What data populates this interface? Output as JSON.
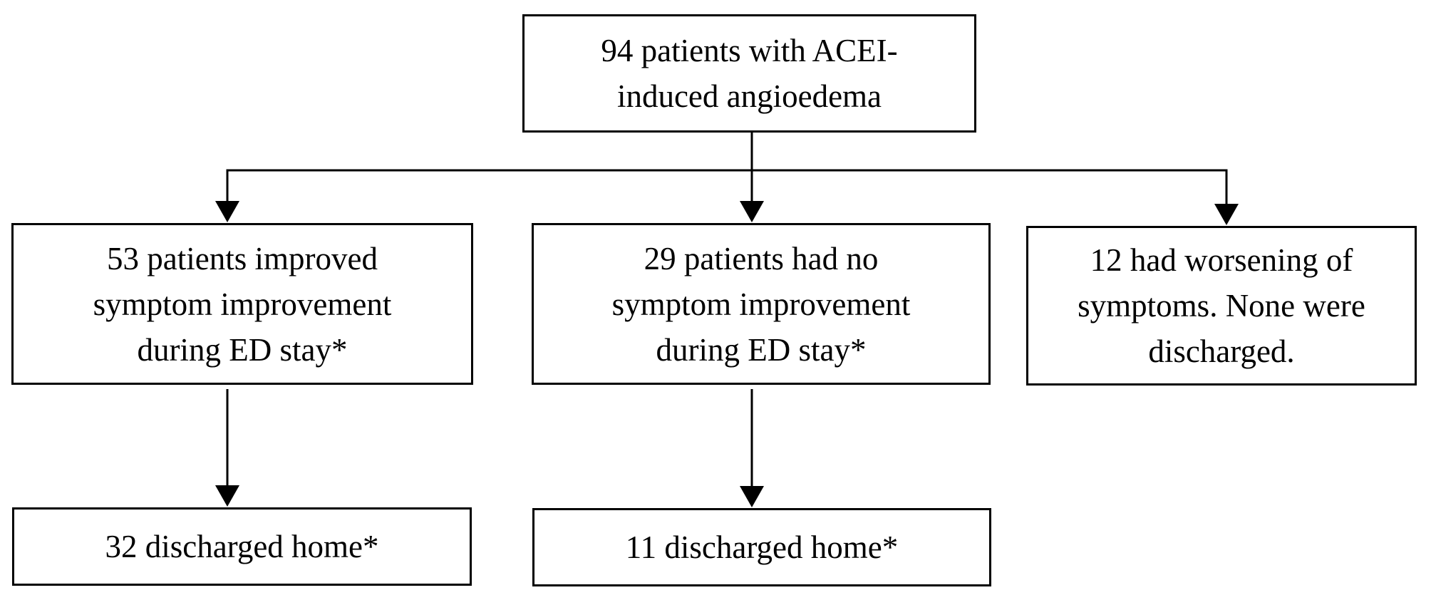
{
  "colors": {
    "background": "#ffffff",
    "box_fill": "#ffffff",
    "box_border": "#000000",
    "text": "#000000",
    "connector": "#000000"
  },
  "nodes": {
    "root": {
      "lines": [
        "94 patients with ACEI-",
        "induced angioedema"
      ]
    },
    "improved": {
      "lines": [
        "53 patients improved",
        "symptom improvement",
        "during ED stay*"
      ]
    },
    "no_improvement": {
      "lines": [
        "29 patients had no",
        "symptom improvement",
        "during ED stay*"
      ]
    },
    "worsening": {
      "lines": [
        "12 had worsening of",
        "symptoms. None were",
        "discharged."
      ]
    },
    "improved_discharged": {
      "lines": [
        "32 discharged home*"
      ]
    },
    "no_improvement_discharged": {
      "lines": [
        "11 discharged home*"
      ]
    }
  }
}
